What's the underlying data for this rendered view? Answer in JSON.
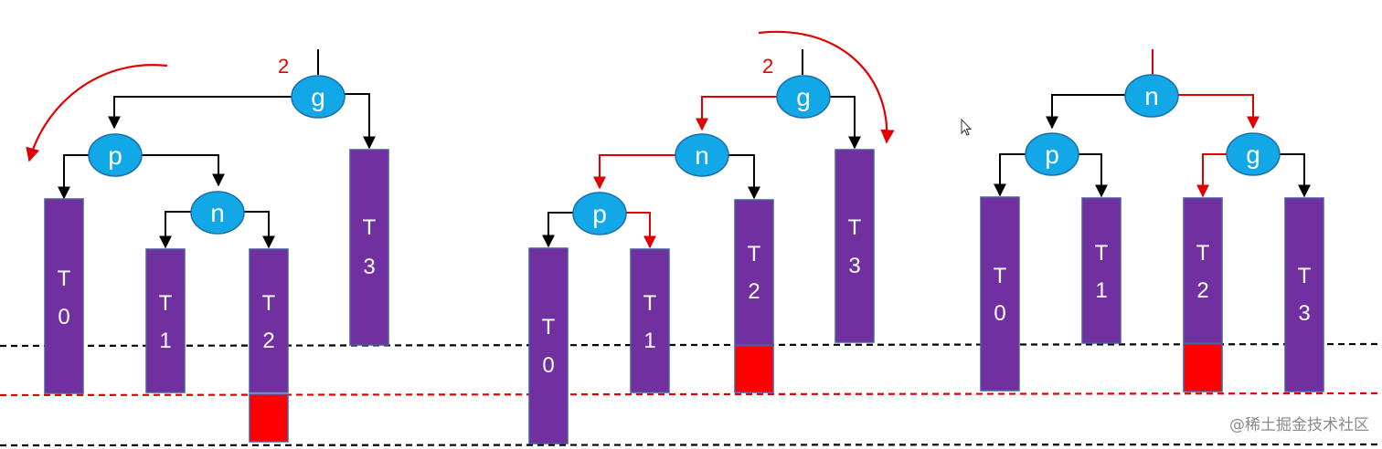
{
  "colors": {
    "node_fill": "#12a8e8",
    "node_stroke": "#1b6fa8",
    "subtree_fill": "#7030a0",
    "subtree_stroke": "#4a5ea0",
    "extra_block": "#ff0000",
    "black_edge": "#000000",
    "red_edge": "#e00000",
    "dash_black": "#000000",
    "dash_red": "#e00000"
  },
  "balance_factor": "2",
  "watermark": "@稀土掘金技术社区",
  "node_labels": {
    "g": "g",
    "p": "p",
    "n": "n"
  },
  "subtree_labels": {
    "T0": [
      "T",
      "0"
    ],
    "T1": [
      "T",
      "1"
    ],
    "T2": [
      "T",
      "2"
    ],
    "T3": [
      "T",
      "3"
    ]
  },
  "icons": {
    "rotation": "curved-arrow-icon",
    "cursor": "mouse-cursor-icon"
  }
}
